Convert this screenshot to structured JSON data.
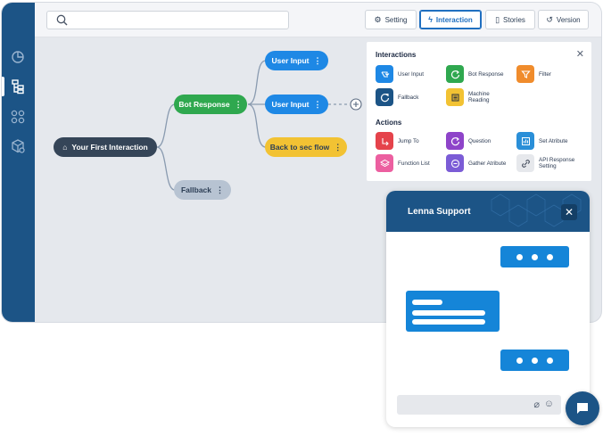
{
  "search": {
    "placeholder": ""
  },
  "tabs": [
    {
      "label": "Setting",
      "icon": "gear-icon"
    },
    {
      "label": "Interaction",
      "icon": "bolt-icon",
      "active": true
    },
    {
      "label": "Stories",
      "icon": "document-icon"
    },
    {
      "label": "Version",
      "icon": "history-icon"
    }
  ],
  "sidebar": {
    "items": [
      {
        "icon": "pie-chart-icon"
      },
      {
        "icon": "flow-tree-icon",
        "active": true
      },
      {
        "icon": "grid-icon"
      },
      {
        "icon": "cube-icon"
      }
    ]
  },
  "flow": {
    "root": "Your First Interaction",
    "bot_response": "Bot Response",
    "fallback": "Fallback",
    "user_input_1": "User Input",
    "user_input_2": "User Input",
    "back_to_sec_flow": "Back to sec flow"
  },
  "panel": {
    "interactions_title": "Interactions",
    "interactions": [
      {
        "label": "User Input",
        "color": "#1e88e5",
        "icon": "user-input-icon"
      },
      {
        "label": "Bot Response",
        "color": "#2fa84f",
        "icon": "bot-response-icon"
      },
      {
        "label": "Filter",
        "color": "#f08c2c",
        "icon": "filter-icon"
      },
      {
        "label": "Fallback",
        "color": "#1c5486",
        "icon": "fallback-icon"
      },
      {
        "label": "Machine Reading",
        "color": "#f2c233",
        "icon": "machine-reading-icon"
      }
    ],
    "actions_title": "Actions",
    "actions": [
      {
        "label": "Jump To",
        "color": "#e5434b",
        "icon": "jump-to-icon"
      },
      {
        "label": "Question",
        "color": "#8e44c9",
        "icon": "question-icon"
      },
      {
        "label": "Set Atribute",
        "color": "#2a8fd8",
        "icon": "set-attribute-icon"
      },
      {
        "label": "Function List",
        "color": "#ec5fa0",
        "icon": "layers-icon"
      },
      {
        "label": "Gather Atribute",
        "color": "#7b5cd6",
        "icon": "gather-attribute-icon"
      },
      {
        "label": "API Response Setting",
        "color": "#e6e8ec",
        "icon": "link-icon"
      }
    ]
  },
  "chat": {
    "title": "Lenna Support",
    "input_placeholder": ""
  }
}
